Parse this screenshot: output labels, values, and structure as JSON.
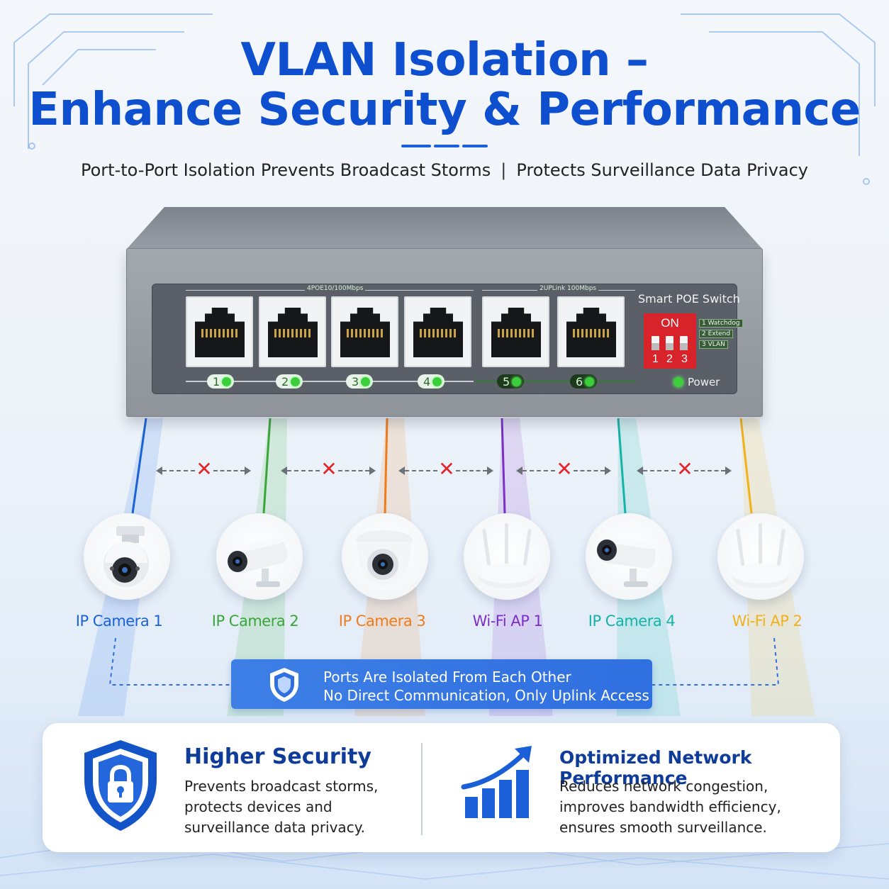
{
  "header": {
    "title_line1": "VLAN Isolation –",
    "title_line2": "Enhance Security & Performance",
    "subtitle_left": "Port-to-Port Isolation Prevents Broadcast Storms",
    "subtitle_sep": "|",
    "subtitle_right": "Protects Surveillance Data Privacy"
  },
  "switch": {
    "group1_label": "4POE10/100Mbps",
    "group2_label": "2UPLink 100Mbps",
    "name": "Smart POE Switch",
    "dip_on": "ON",
    "dip_numbers": [
      "1",
      "2",
      "3"
    ],
    "dip_options": [
      "1 Watchdog",
      "2 Extend",
      "3 VLAN"
    ],
    "ports": [
      "1",
      "2",
      "3",
      "4",
      "5",
      "6"
    ],
    "power_label": "Power"
  },
  "isolation_marker": "✕",
  "devices": [
    {
      "label": "IP Camera 1",
      "color": "#1a63d6",
      "icon": "ptz-camera-icon"
    },
    {
      "label": "IP Camera 2",
      "color": "#3aa63a",
      "icon": "bullet-camera-icon"
    },
    {
      "label": "IP Camera 3",
      "color": "#f07b1a",
      "icon": "dome-camera-icon"
    },
    {
      "label": "Wi-Fi AP 1",
      "color": "#7b2fc7",
      "icon": "wifi-router-icon"
    },
    {
      "label": "IP Camera 4",
      "color": "#14b3a8",
      "icon": "bullet-camera-icon"
    },
    {
      "label": "Wi-Fi AP 2",
      "color": "#f0b21a",
      "icon": "wifi-router-icon"
    }
  ],
  "banner": {
    "line1": "Ports Are Isolated From Each Other",
    "line2": "No Direct Communication, Only Uplink Access",
    "icon": "shield-icon"
  },
  "features": [
    {
      "title": "Higher Security",
      "lines": [
        "Prevents broadcast storms,",
        "protects devices and",
        "surveillance data privacy."
      ],
      "icon": "shield-lock-icon"
    },
    {
      "title": "Optimized Network Performance",
      "lines": [
        "Reduces network congestion,",
        "improves bandwidth efficiency,",
        "ensures smooth surveillance."
      ],
      "icon": "growth-chart-icon"
    }
  ],
  "colors": {
    "title": "#0d4fcf",
    "accent": "#2f6fe0",
    "led_green": "#3ccf3c",
    "isolation_red": "#e3262b"
  }
}
